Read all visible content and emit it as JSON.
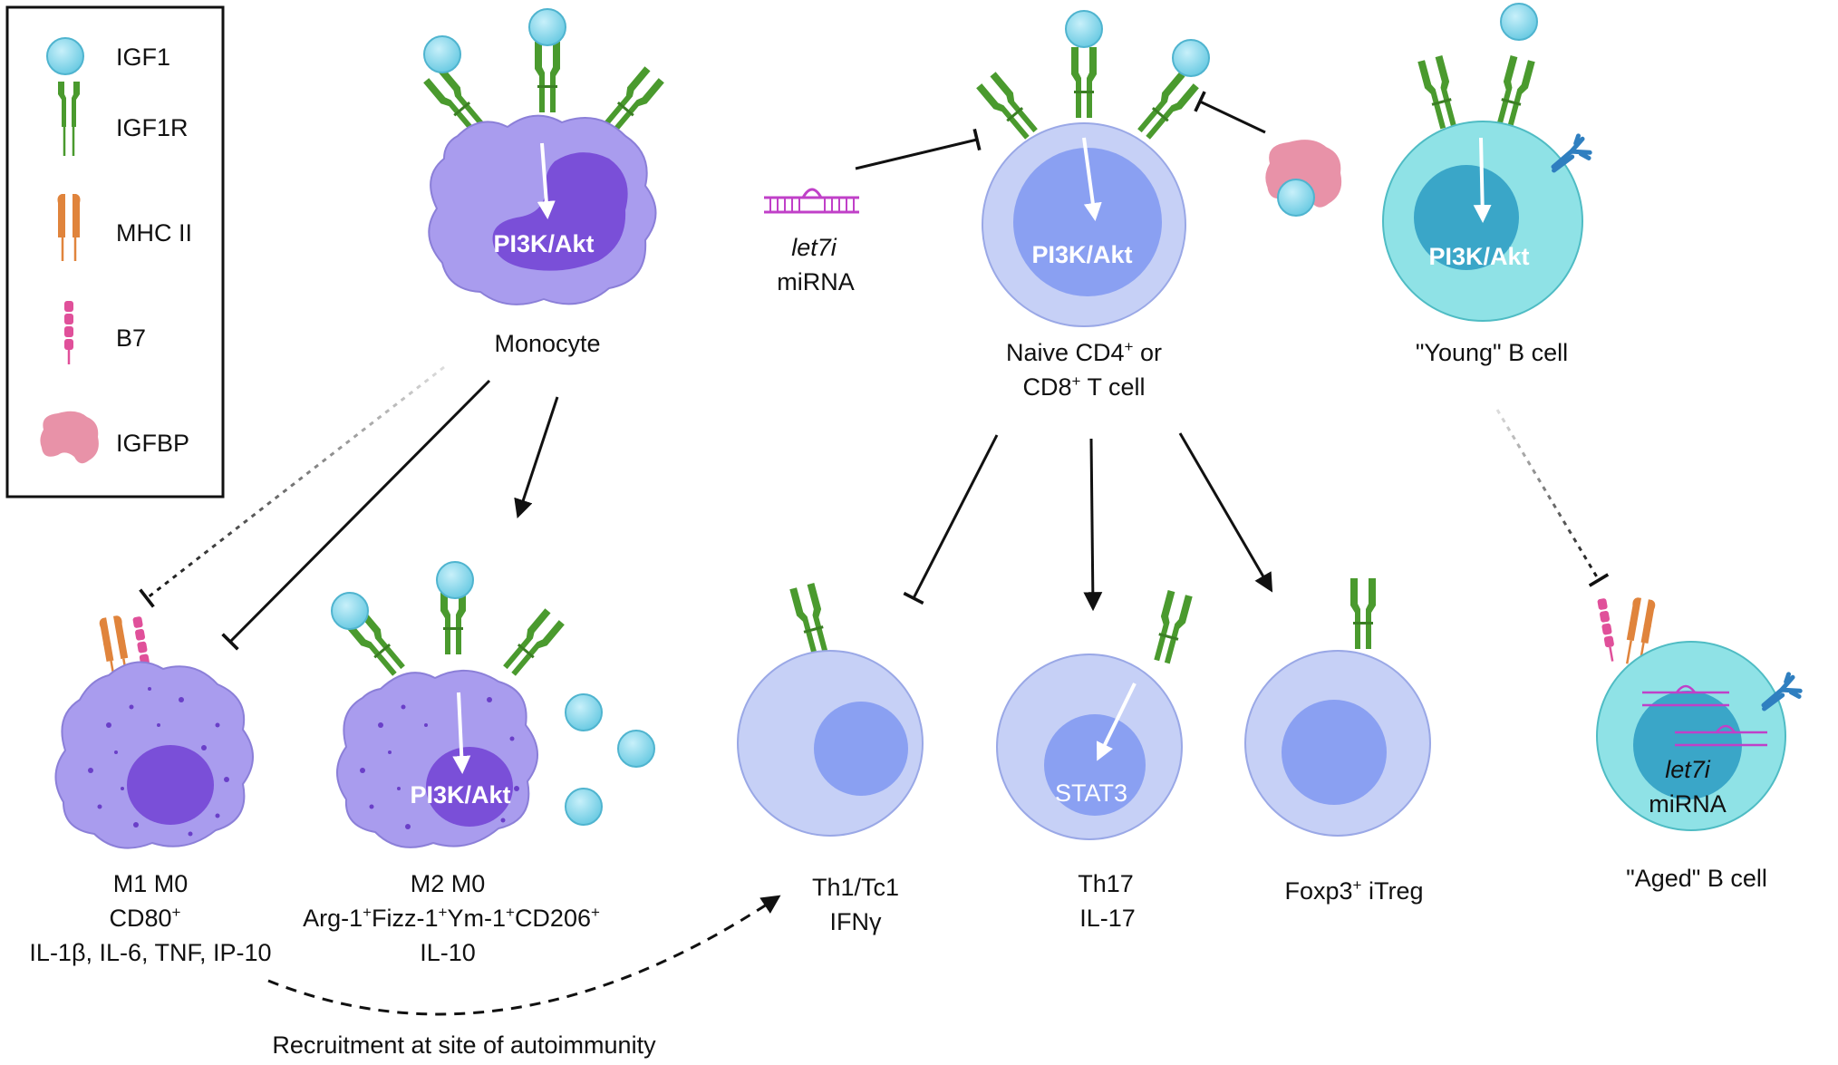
{
  "legend": {
    "items": [
      {
        "icon": "igf1-icon",
        "label": "IGF1"
      },
      {
        "icon": "igf1r-icon",
        "label": "IGF1R"
      },
      {
        "icon": "mhc-ii-icon",
        "label": "MHC II"
      },
      {
        "icon": "b7-icon",
        "label": "B7"
      },
      {
        "icon": "igfbp-icon",
        "label": "IGFBP"
      }
    ]
  },
  "cells": {
    "monocyte": {
      "label": "Monocyte",
      "inner": "PI3K/Akt"
    },
    "naive_t": {
      "label_line1": "Naive CD4",
      "label_sup1": "+",
      "label_or": " or",
      "label_line2": "CD8",
      "label_sup2": "+",
      "label_tail": " T cell",
      "inner": "PI3K/Akt"
    },
    "young_b": {
      "label": "\"Young\" B cell",
      "inner": "PI3K/Akt"
    },
    "m1": {
      "line1": "M1 M0",
      "line2": "CD80",
      "line2_sup": "+",
      "line3": "IL-1β, IL-6, TNF, IP-10"
    },
    "m2": {
      "line1": "M2 M0",
      "line2": "Arg-1",
      "sup": "+",
      "fizz": "Fizz-1",
      "ym": "Ym-1",
      "cd206": "CD206",
      "line3": "IL-10",
      "inner": "PI3K/Akt"
    },
    "th1": {
      "line1": "Th1/Tc1",
      "line2": "IFNγ"
    },
    "th17": {
      "line1": "Th17",
      "line2": "IL-17",
      "inner": "STAT3"
    },
    "treg": {
      "line1": "Foxp3",
      "sup": "+",
      "tail": " iTreg"
    },
    "aged_b": {
      "label": "\"Aged\" B cell",
      "inner_italic": "let7i",
      "inner": "miRNA"
    }
  },
  "mirna": {
    "italic": "let7i",
    "label": "miRNA"
  },
  "recruitment": {
    "label": "Recruitment at site of autoimmunity"
  },
  "colors": {
    "igf1": "#7fd3e8",
    "igf1r": "#4a9a2e",
    "mhc": "#e0843c",
    "b7": "#e0509a",
    "igfbp": "#e892a8",
    "monocyte": "#a99cee",
    "t_cell": "#bfcaf3",
    "b_cell": "#8fe2e6"
  }
}
